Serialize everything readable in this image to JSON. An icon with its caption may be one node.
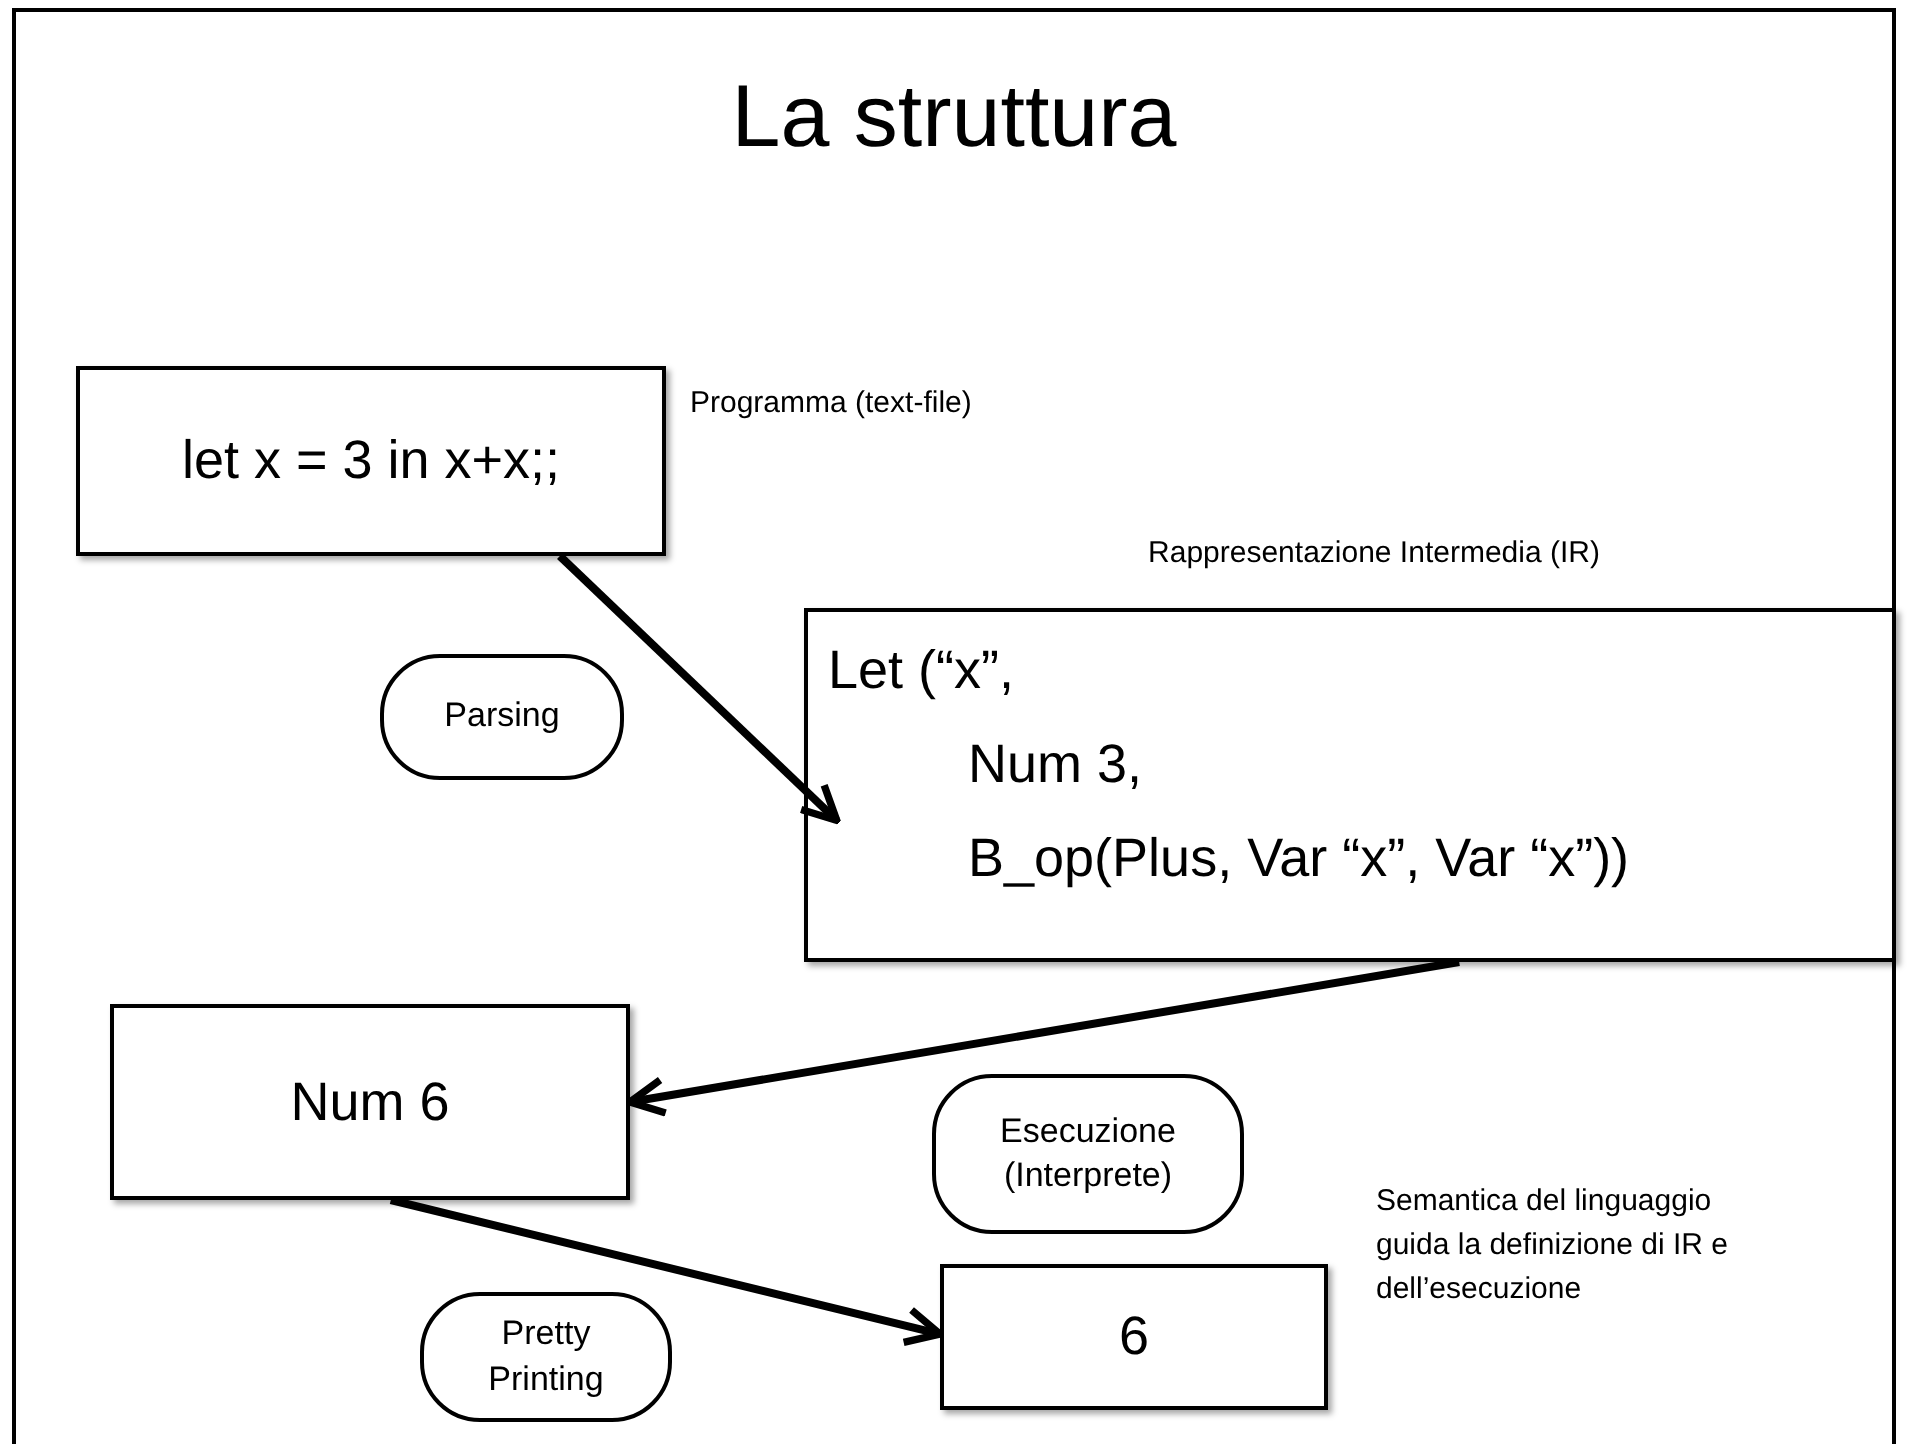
{
  "diagram": {
    "title": "La struttura",
    "nodes": [
      {
        "text": [
          "let x = 3 in x+x;;"
        ],
        "beside": [
          "Programma (text-file)"
        ]
      },
      {
        "text": [
          "Let (“x”,",
          "Num 3,",
          "B_op(Plus, Var “x”, Var “x”))"
        ],
        "beside": [
          "Rappresentazione Intermedia (IR)"
        ]
      },
      {
        "text": [
          "Parsing"
        ]
      },
      {
        "text": [
          "Num 6"
        ]
      },
      {
        "text": [
          "Esecuzione (Interprete)"
        ]
      },
      {
        "text": [
          "Pretty Printing"
        ]
      },
      {
        "text": [
          "6"
        ]
      }
    ],
    "edges": [
      {
        "from": 0,
        "to": 1,
        "arrow": "to"
      },
      {
        "from": 1,
        "to": 3,
        "arrow": "to"
      },
      {
        "from": 3,
        "to": 6,
        "arrow": "to"
      }
    ],
    "labels": [
      "Semantica del linguaggio guida la definizione di IR e dell’esecuzione"
    ]
  }
}
